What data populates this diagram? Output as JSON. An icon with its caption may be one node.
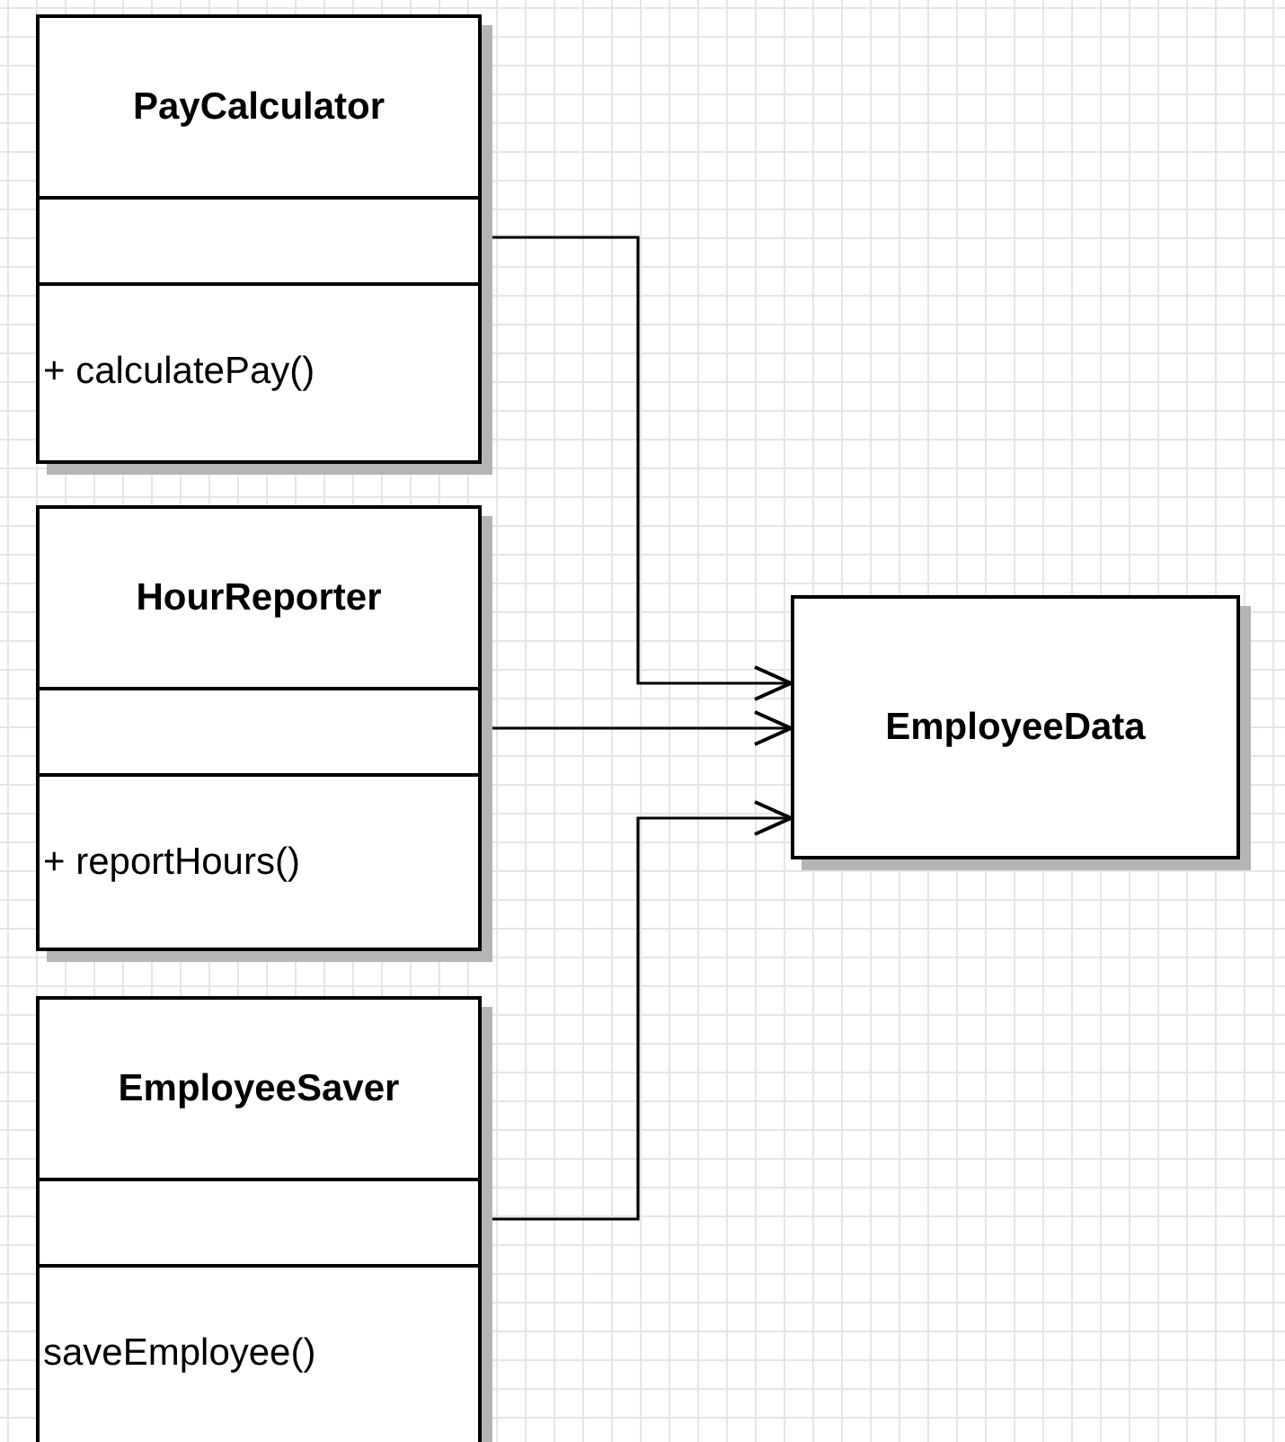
{
  "diagram": {
    "nodes": [
      {
        "text": [
          "PayCalculator",
          "+ calculatePay()"
        ]
      },
      {
        "text": [
          "HourReporter",
          "+ reportHours()"
        ]
      },
      {
        "text": [
          "EmployeeSaver",
          "saveEmployee()"
        ]
      },
      {
        "text": [
          "EmployeeData"
        ]
      }
    ],
    "edges": [
      {
        "from": 0,
        "to": 3,
        "arrow": "to"
      },
      {
        "from": 1,
        "to": 3,
        "arrow": "to"
      },
      {
        "from": 2,
        "to": 3,
        "arrow": "to"
      }
    ]
  }
}
